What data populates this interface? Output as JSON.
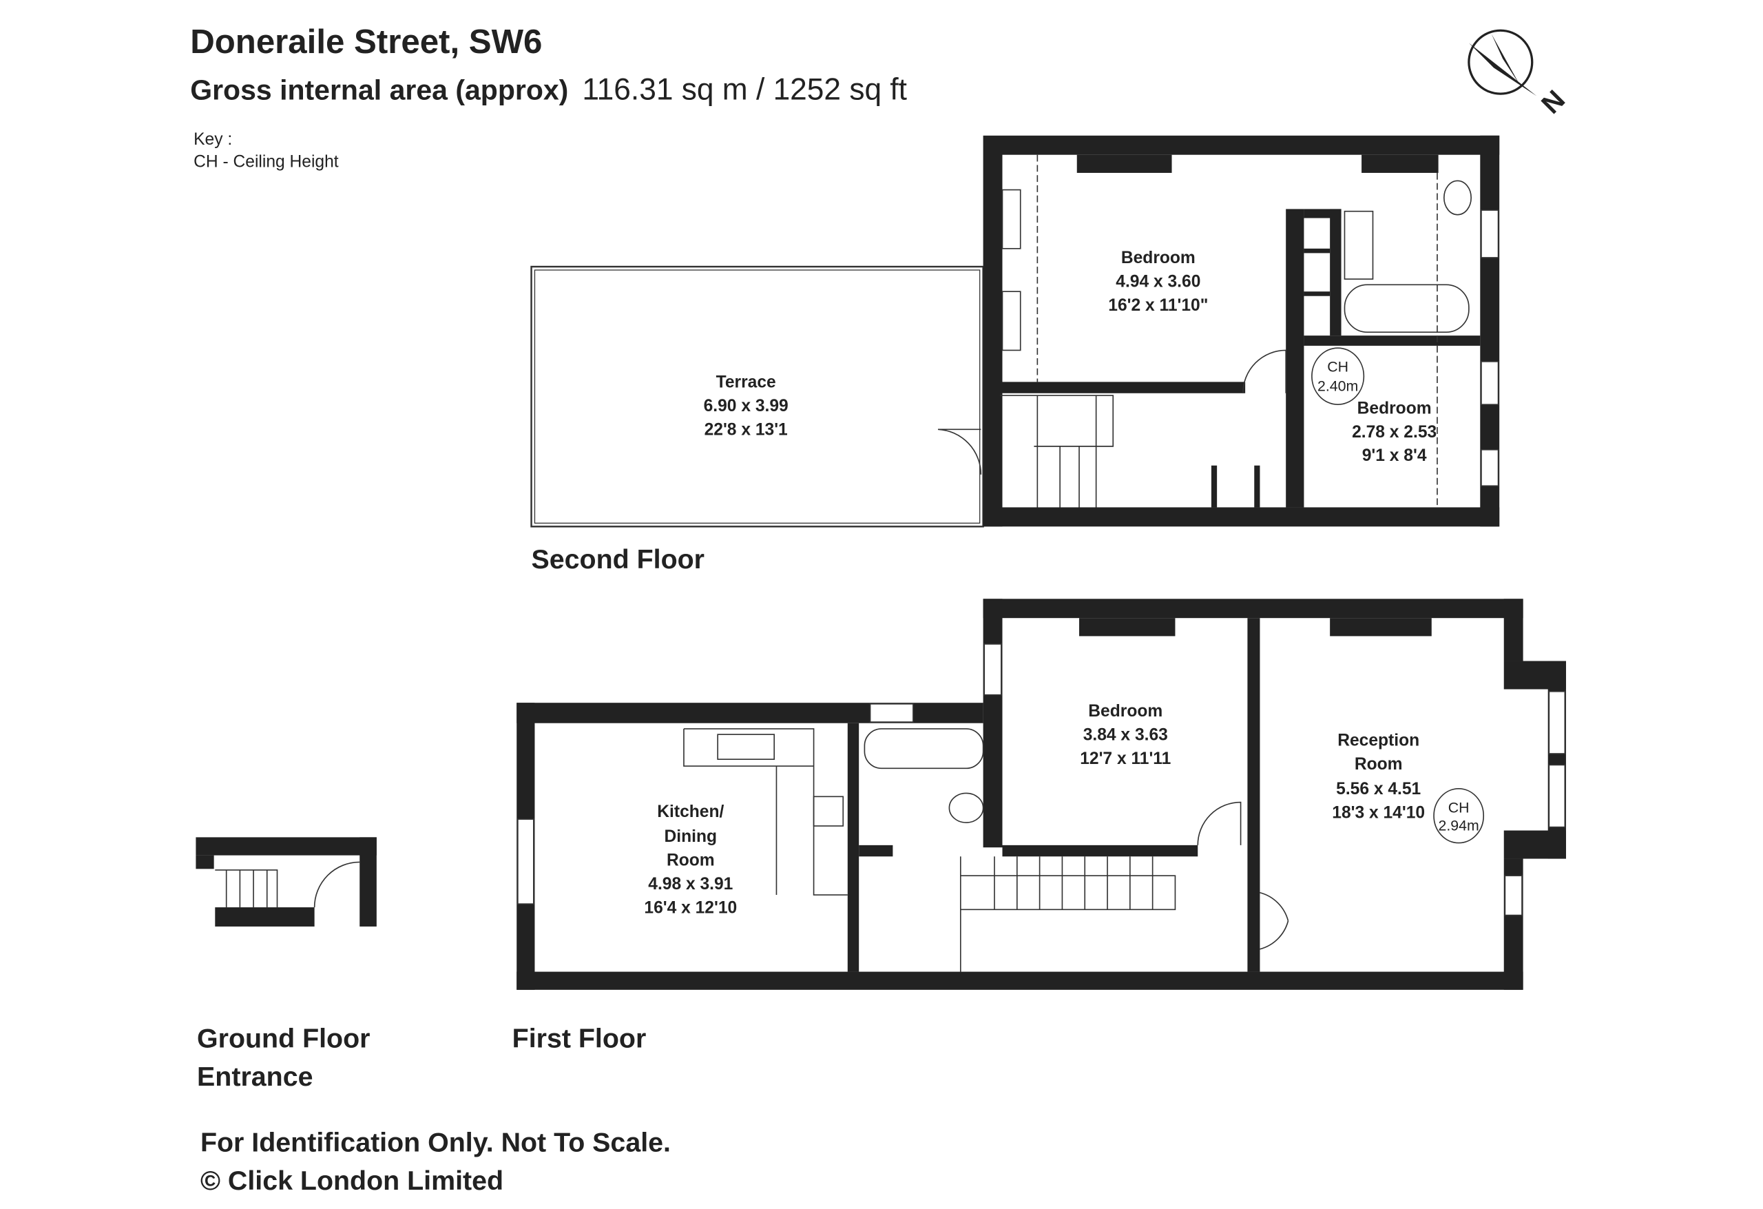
{
  "header": {
    "title": "Doneraile Street, SW6",
    "area_label": "Gross internal area (approx)",
    "area_value": "116.31 sq m /  1252 sq ft",
    "key_label": "Key :",
    "key_ch": "CH - Ceiling Height"
  },
  "compass": {
    "label": "N"
  },
  "second_floor": {
    "label": "Second Floor",
    "terrace": {
      "name": "Terrace",
      "metric": "6.90 x 3.99",
      "imperial": "22'8 x 13'1"
    },
    "bedroom1": {
      "name": "Bedroom",
      "metric": "4.94 x 3.60",
      "imperial": "16'2 x 11'10\""
    },
    "bedroom2": {
      "name": "Bedroom",
      "metric": "2.78 x 2.53",
      "imperial": "9'1 x 8'4"
    },
    "ch": {
      "label": "CH",
      "value": "2.40m"
    }
  },
  "first_floor": {
    "label": "First Floor",
    "kitchen": {
      "name1": "Kitchen/",
      "name2": "Dining",
      "name3": "Room",
      "metric": "4.98 x 3.91",
      "imperial": "16'4 x 12'10"
    },
    "bedroom": {
      "name": "Bedroom",
      "metric": "3.84 x 3.63",
      "imperial": "12'7 x 11'11"
    },
    "reception": {
      "name1": "Reception",
      "name2": "Room",
      "metric": "5.56 x 4.51",
      "imperial": "18'3 x 14'10"
    },
    "ch": {
      "label": "CH",
      "value": "2.94m"
    }
  },
  "ground_floor": {
    "label1": "Ground Floor",
    "label2": "Entrance"
  },
  "footer": {
    "disclaimer": "For Identification Only. Not To Scale.",
    "copyright": "© Click London Limited"
  }
}
